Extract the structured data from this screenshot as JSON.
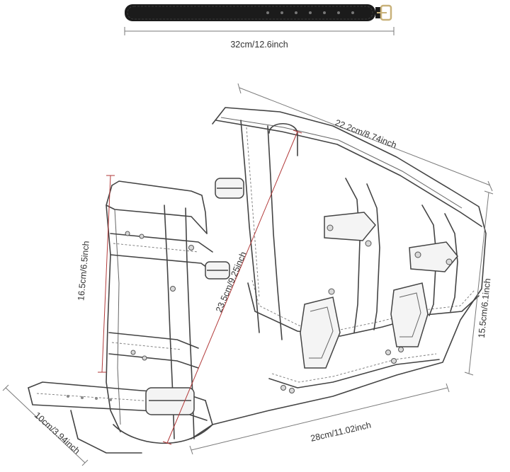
{
  "colors": {
    "background": "#ffffff",
    "strap": "#1a1a1a",
    "buckle_metal": "#c9b27a",
    "dimension_line": "#7a7a7a",
    "inner_dimension_line": "#b23a3a",
    "bag_outline": "#444444"
  },
  "dimensions": {
    "strap_length": "32cm/12.6inch",
    "top_length": "22.2cm/8.74inch",
    "right_height": "15.5cm/6.1inch",
    "bottom_length": "28cm/11.02inch",
    "inner_diagonal": "23.5cm/9.25inch",
    "left_height": "16.5cm/6.5inch",
    "depth": "10cm/3.94inch"
  }
}
